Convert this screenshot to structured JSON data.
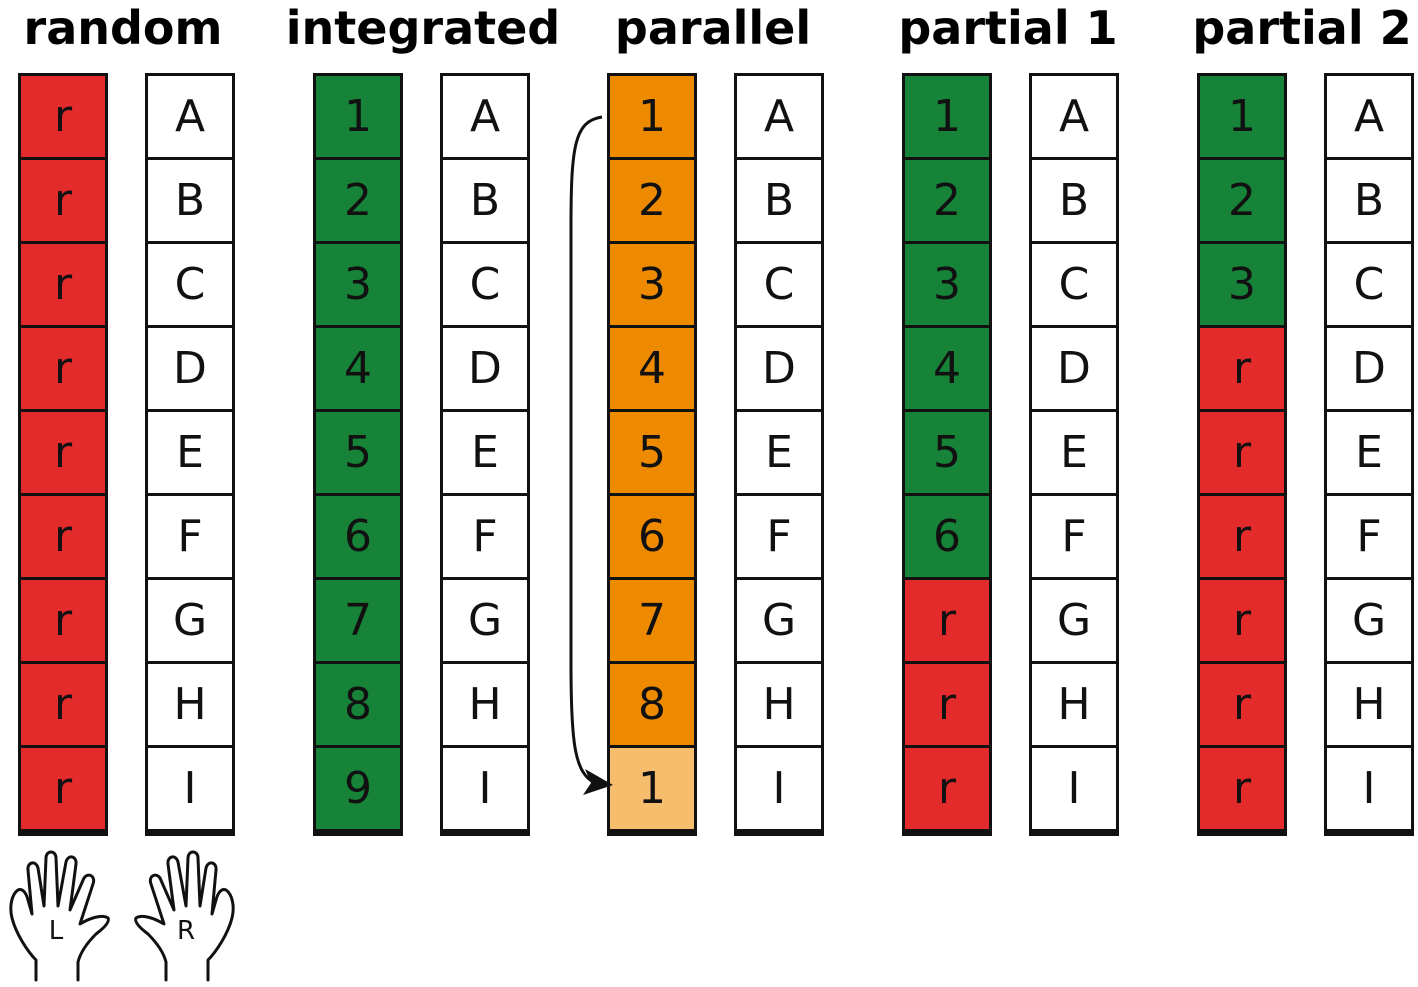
{
  "colors": {
    "red": "#e32b2b",
    "green": "#178338",
    "orange": "#ee8a00",
    "light_orange": "#f5bd6c",
    "white": "#ffffff"
  },
  "conditions": [
    {
      "title": "random",
      "fingers": [
        {
          "label": "r",
          "color": "red"
        },
        {
          "label": "r",
          "color": "red"
        },
        {
          "label": "r",
          "color": "red"
        },
        {
          "label": "r",
          "color": "red"
        },
        {
          "label": "r",
          "color": "red"
        },
        {
          "label": "r",
          "color": "red"
        },
        {
          "label": "r",
          "color": "red"
        },
        {
          "label": "r",
          "color": "red"
        },
        {
          "label": "r",
          "color": "red"
        }
      ],
      "letters": [
        "A",
        "B",
        "C",
        "D",
        "E",
        "F",
        "G",
        "H",
        "I"
      ]
    },
    {
      "title": "integrated",
      "fingers": [
        {
          "label": "1",
          "color": "green"
        },
        {
          "label": "2",
          "color": "green"
        },
        {
          "label": "3",
          "color": "green"
        },
        {
          "label": "4",
          "color": "green"
        },
        {
          "label": "5",
          "color": "green"
        },
        {
          "label": "6",
          "color": "green"
        },
        {
          "label": "7",
          "color": "green"
        },
        {
          "label": "8",
          "color": "green"
        },
        {
          "label": "9",
          "color": "green"
        }
      ],
      "letters": [
        "A",
        "B",
        "C",
        "D",
        "E",
        "F",
        "G",
        "H",
        "I"
      ]
    },
    {
      "title": "parallel",
      "fingers": [
        {
          "label": "1",
          "color": "orange"
        },
        {
          "label": "2",
          "color": "orange"
        },
        {
          "label": "3",
          "color": "orange"
        },
        {
          "label": "4",
          "color": "orange"
        },
        {
          "label": "5",
          "color": "orange"
        },
        {
          "label": "6",
          "color": "orange"
        },
        {
          "label": "7",
          "color": "orange"
        },
        {
          "label": "8",
          "color": "orange"
        },
        {
          "label": "1",
          "color": "light_orange"
        }
      ],
      "letters": [
        "A",
        "B",
        "C",
        "D",
        "E",
        "F",
        "G",
        "H",
        "I"
      ],
      "arrow": "repeat-arrow"
    },
    {
      "title": "partial 1",
      "fingers": [
        {
          "label": "1",
          "color": "green"
        },
        {
          "label": "2",
          "color": "green"
        },
        {
          "label": "3",
          "color": "green"
        },
        {
          "label": "4",
          "color": "green"
        },
        {
          "label": "5",
          "color": "green"
        },
        {
          "label": "6",
          "color": "green"
        },
        {
          "label": "r",
          "color": "red"
        },
        {
          "label": "r",
          "color": "red"
        },
        {
          "label": "r",
          "color": "red"
        }
      ],
      "letters": [
        "A",
        "B",
        "C",
        "D",
        "E",
        "F",
        "G",
        "H",
        "I"
      ]
    },
    {
      "title": "partial 2",
      "fingers": [
        {
          "label": "1",
          "color": "green"
        },
        {
          "label": "2",
          "color": "green"
        },
        {
          "label": "3",
          "color": "green"
        },
        {
          "label": "r",
          "color": "red"
        },
        {
          "label": "r",
          "color": "red"
        },
        {
          "label": "r",
          "color": "red"
        },
        {
          "label": "r",
          "color": "red"
        },
        {
          "label": "r",
          "color": "red"
        },
        {
          "label": "r",
          "color": "red"
        }
      ],
      "letters": [
        "A",
        "B",
        "C",
        "D",
        "E",
        "F",
        "G",
        "H",
        "I"
      ]
    }
  ],
  "hands": [
    {
      "label": "L",
      "icon": "left-hand-icon"
    },
    {
      "label": "R",
      "icon": "right-hand-icon"
    }
  ]
}
